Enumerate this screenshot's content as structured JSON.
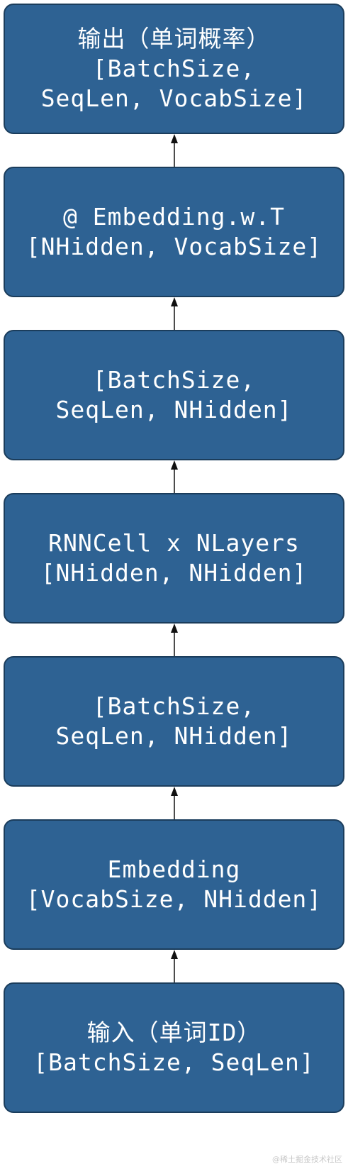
{
  "colors": {
    "box_fill": "#2e6293",
    "box_border": "#1b3d5c",
    "text": "#ffffff",
    "arrow": "#111111"
  },
  "nodes": [
    {
      "id": "output",
      "lines": [
        "输出（单词概率）",
        "[BatchSize,",
        "SeqLen, VocabSize]"
      ]
    },
    {
      "id": "embedding-transpose",
      "lines": [
        "@ Embedding.w.T",
        "[NHidden, VocabSize]"
      ]
    },
    {
      "id": "rnn-output-shape",
      "lines": [
        "[BatchSize,",
        "SeqLen, NHidden]"
      ]
    },
    {
      "id": "rnn-cell",
      "lines": [
        "RNNCell x NLayers",
        "[NHidden, NHidden]"
      ]
    },
    {
      "id": "embedded-shape",
      "lines": [
        "[BatchSize,",
        "SeqLen, NHidden]"
      ]
    },
    {
      "id": "embedding",
      "lines": [
        "Embedding",
        "[VocabSize, NHidden]"
      ]
    },
    {
      "id": "input",
      "lines": [
        "输入（单词ID）",
        "[BatchSize, SeqLen]"
      ]
    }
  ],
  "edges": [
    {
      "from": "input",
      "to": "embedding"
    },
    {
      "from": "embedding",
      "to": "embedded-shape"
    },
    {
      "from": "embedded-shape",
      "to": "rnn-cell"
    },
    {
      "from": "rnn-cell",
      "to": "rnn-output-shape"
    },
    {
      "from": "rnn-output-shape",
      "to": "embedding-transpose"
    },
    {
      "from": "embedding-transpose",
      "to": "output"
    }
  ],
  "watermark": "@稀土掘金技术社区"
}
